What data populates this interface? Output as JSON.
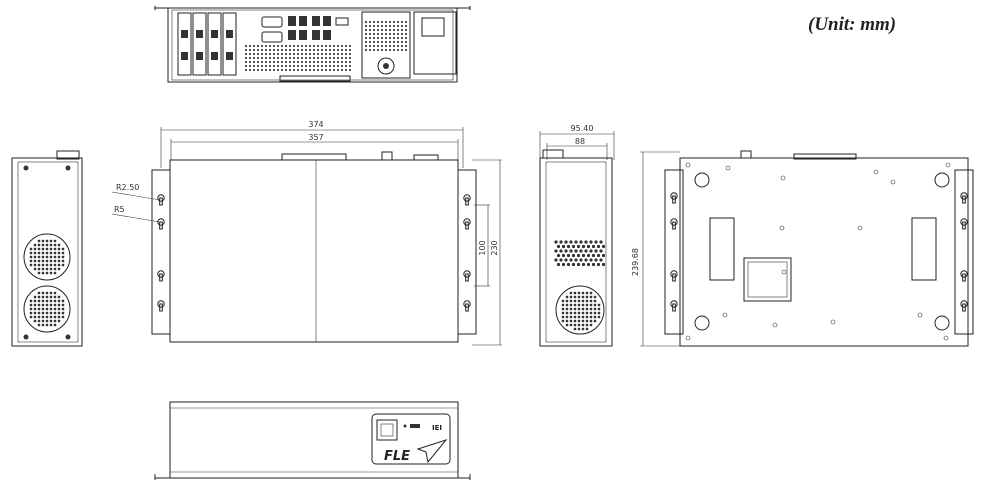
{
  "unit_label": "(Unit: mm)",
  "dimensions": {
    "overall_width": "374",
    "inner_width": "357",
    "height_total": "230",
    "hole_spacing": "100",
    "radius_large": "R2.50",
    "radius_small": "R5",
    "depth_total": "95.40",
    "depth_body": "88",
    "bottom_height": "239.68"
  },
  "logo_text": "FLE",
  "badge_text": "IEI"
}
